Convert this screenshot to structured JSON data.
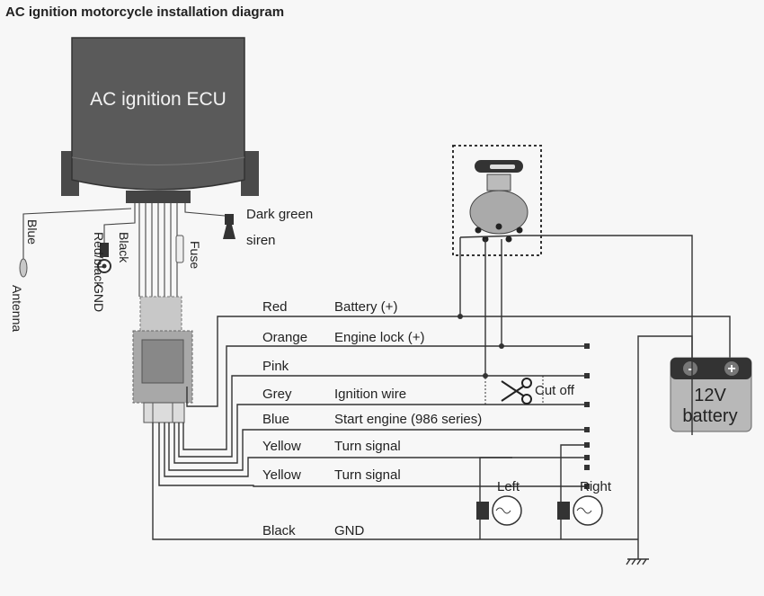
{
  "title": "AC ignition motorcycle installation diagram",
  "ecu": {
    "label": "AC ignition ECU"
  },
  "siren": {
    "wire": "Dark green",
    "label": "siren"
  },
  "left_wires": {
    "antenna_wire": "Blue",
    "antenna": "Antenna",
    "gnd_wire_1": "Black",
    "gnd_wire_2": "Red/black",
    "gnd": "GND",
    "fuse": "Fuse"
  },
  "wires": [
    {
      "color": "Red",
      "function": "Battery (+)"
    },
    {
      "color": "Orange",
      "function": "Engine lock (+)"
    },
    {
      "color": "Pink",
      "function": ""
    },
    {
      "color": "Grey",
      "function": "Ignition wire"
    },
    {
      "color": "Blue",
      "function": "Start engine (986 series)"
    },
    {
      "color": "Yellow",
      "function": "Turn signal"
    },
    {
      "color": "Yellow",
      "function": "Turn signal"
    },
    {
      "color": "Black",
      "function": "GND"
    }
  ],
  "cut_off": "Cut off",
  "battery": {
    "line1": "12V",
    "line2": "battery",
    "neg": "-",
    "pos": "+"
  },
  "lamps": {
    "left": "Left",
    "right": "Right"
  },
  "colors": {
    "ecu": "#5a5a5a",
    "battery": "#b8b8b8",
    "terminal": "#333333",
    "background": "#f7f7f7"
  }
}
